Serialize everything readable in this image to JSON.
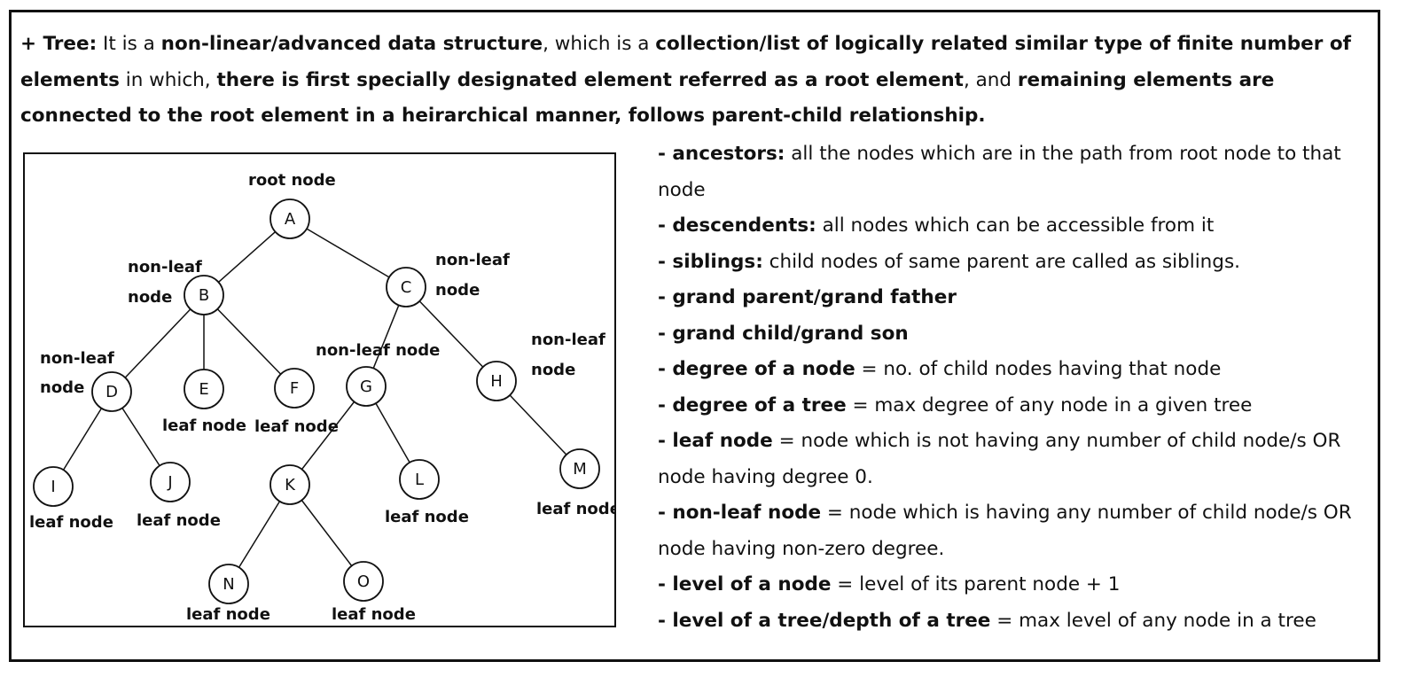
{
  "intro": {
    "p1": "+ Tree:",
    "p2": " It is a ",
    "p3": "non-linear/advanced data structure",
    "p4": ", which is a ",
    "p5": "collection/list of logically related similar type of finite number of elements",
    "p6": " in which, ",
    "p7": "there is first specially designated element referred as a root element",
    "p8": ", and ",
    "p9": "remaining elements are connected to the root element in a heirarchical manner, follows parent-child relationship."
  },
  "diagram": {
    "nodes": [
      "A",
      "B",
      "C",
      "D",
      "E",
      "F",
      "G",
      "H",
      "I",
      "J",
      "K",
      "L",
      "M",
      "N",
      "O"
    ],
    "edges": [
      [
        "A",
        "B"
      ],
      [
        "A",
        "C"
      ],
      [
        "B",
        "D"
      ],
      [
        "B",
        "E"
      ],
      [
        "B",
        "F"
      ],
      [
        "C",
        "G"
      ],
      [
        "C",
        "H"
      ],
      [
        "D",
        "I"
      ],
      [
        "D",
        "J"
      ],
      [
        "G",
        "K"
      ],
      [
        "G",
        "L"
      ],
      [
        "H",
        "M"
      ],
      [
        "K",
        "N"
      ],
      [
        "K",
        "O"
      ]
    ],
    "labels": {
      "root": "root node",
      "b_1": "non-leaf",
      "b_2": "node",
      "c_1": "non-leaf",
      "c_2": "node",
      "d_1": "non-leaf",
      "d_2": "node",
      "g": "non-leaf node",
      "h_1": "non-leaf",
      "h_2": "node",
      "e": "leaf node",
      "f": "leaf node",
      "i": "leaf node",
      "j": "leaf node",
      "l": "leaf node",
      "m": "leaf node",
      "n": "leaf node",
      "o": "leaf node"
    }
  },
  "definitions": [
    {
      "term": "- ancestors:",
      "text": " all the nodes which are in the path from root node to that node"
    },
    {
      "term": "- descendents:",
      "text": " all nodes which can be accessible from it"
    },
    {
      "term": "- siblings:",
      "text": " child nodes of same parent are called as siblings."
    },
    {
      "term": "- grand parent/grand father",
      "text": ""
    },
    {
      "term": "- grand child/grand son",
      "text": ""
    },
    {
      "term": "- degree of a node",
      "text": " = no. of child nodes having that node"
    },
    {
      "term": "- degree of a tree",
      "text": " = max degree of any node in a given tree"
    },
    {
      "term": "- leaf node",
      "text": " = node which is not having any number of child node/s OR node having degree 0."
    },
    {
      "term": "- non-leaf node",
      "text": " = node which is having any number of child node/s OR node having non-zero degree."
    },
    {
      "term": "- level of a node",
      "text": " = level of its parent node + 1"
    },
    {
      "term": "- level of a tree/depth of a tree",
      "text": " = max level of any node in a tree"
    }
  ]
}
